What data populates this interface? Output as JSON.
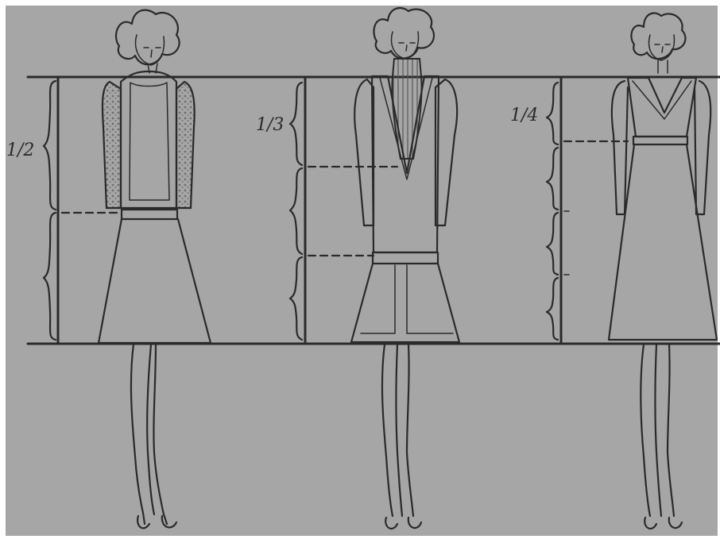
{
  "colors": {
    "paper": "#a6a6a6",
    "ink": "#2a2a2a",
    "lace": "#6e6e6e"
  },
  "figures": [
    {
      "proportion_label": "1/2"
    },
    {
      "proportion_label": "1/3"
    },
    {
      "proportion_label": "1/4"
    }
  ]
}
